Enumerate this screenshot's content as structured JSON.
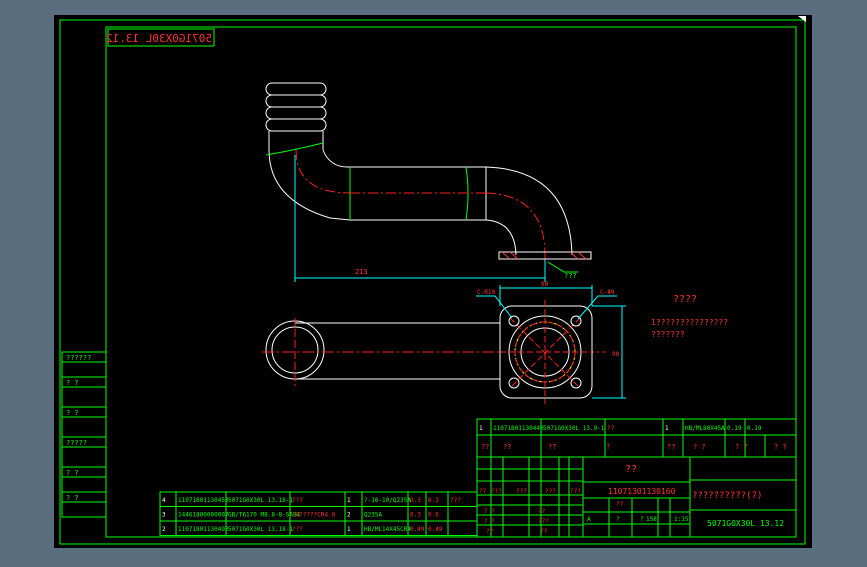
{
  "colors": {
    "background": "#000000",
    "frame": "#5b6e7f",
    "border": "#00ff00",
    "part": "#ffffff",
    "centerline": "#ff2020",
    "dimension": "#00ffff",
    "text_red": "#ff3030",
    "text_green": "#00ff00",
    "weld": "#ffff00"
  },
  "drawing": {
    "code_mirrored": "5071G0X30L 13.12",
    "dim_length": "213",
    "dim_width": "90",
    "dim_height": "90",
    "chamfer_left": "C-R10",
    "chamfer_right": "C-Φ9",
    "weld_symbol": "???"
  },
  "notes": {
    "title": "????",
    "line1": "1???????????????",
    "line2": "???????"
  },
  "left_strip": [
    "??????",
    "? ?",
    "? ?",
    "?????",
    "? ?",
    "? ?"
  ],
  "bom": [
    {
      "no": "4",
      "code": "11071801130450",
      "name": "5071G0X30L 13.18-1",
      "desc": "???",
      "qty": "1",
      "mat": "?-10-10/Q235A",
      "w1": "0.3",
      "w2": "0.3",
      "note": "???"
    },
    {
      "no": "3",
      "code": "14461800000007",
      "name": "GB/T6170 M8.8-8-SAB4",
      "desc": "10?????CR4.0",
      "qty": "2",
      "mat": "Q235A",
      "w1": "0.3",
      "w2": "0.6",
      "note": ""
    },
    {
      "no": "2",
      "code": "11071801130490",
      "name": "5071G0X30L 13.18-1",
      "desc": "???",
      "qty": "1",
      "mat": "HB/ML14X45CR4",
      "w1": "0.49",
      "w2": "0.49",
      "note": ""
    }
  ],
  "title_block": {
    "row1": {
      "no": "1",
      "code": "11071801130440",
      "name": "5071G0X30L 13.9-1",
      "desc": "??",
      "qty": "1",
      "mat": "HB/ML80X45A",
      "w1": "0.19",
      "w2": "0.19"
    },
    "row2": [
      "??",
      "??",
      "??",
      "?",
      "??",
      "? ?",
      "? ?",
      "? ?"
    ],
    "center_title": "??",
    "center_code": "11071301130160",
    "product": "??????????(7)",
    "drawing_no": "5071G0X30L 13.12",
    "scale_row": [
      "A",
      "?",
      "?",
      "158",
      "1:15"
    ],
    "small_labels": [
      "??",
      "???",
      "???",
      "???",
      "???",
      "? ?",
      "? ?",
      "??",
      "??",
      "???",
      "??",
      "??"
    ]
  }
}
